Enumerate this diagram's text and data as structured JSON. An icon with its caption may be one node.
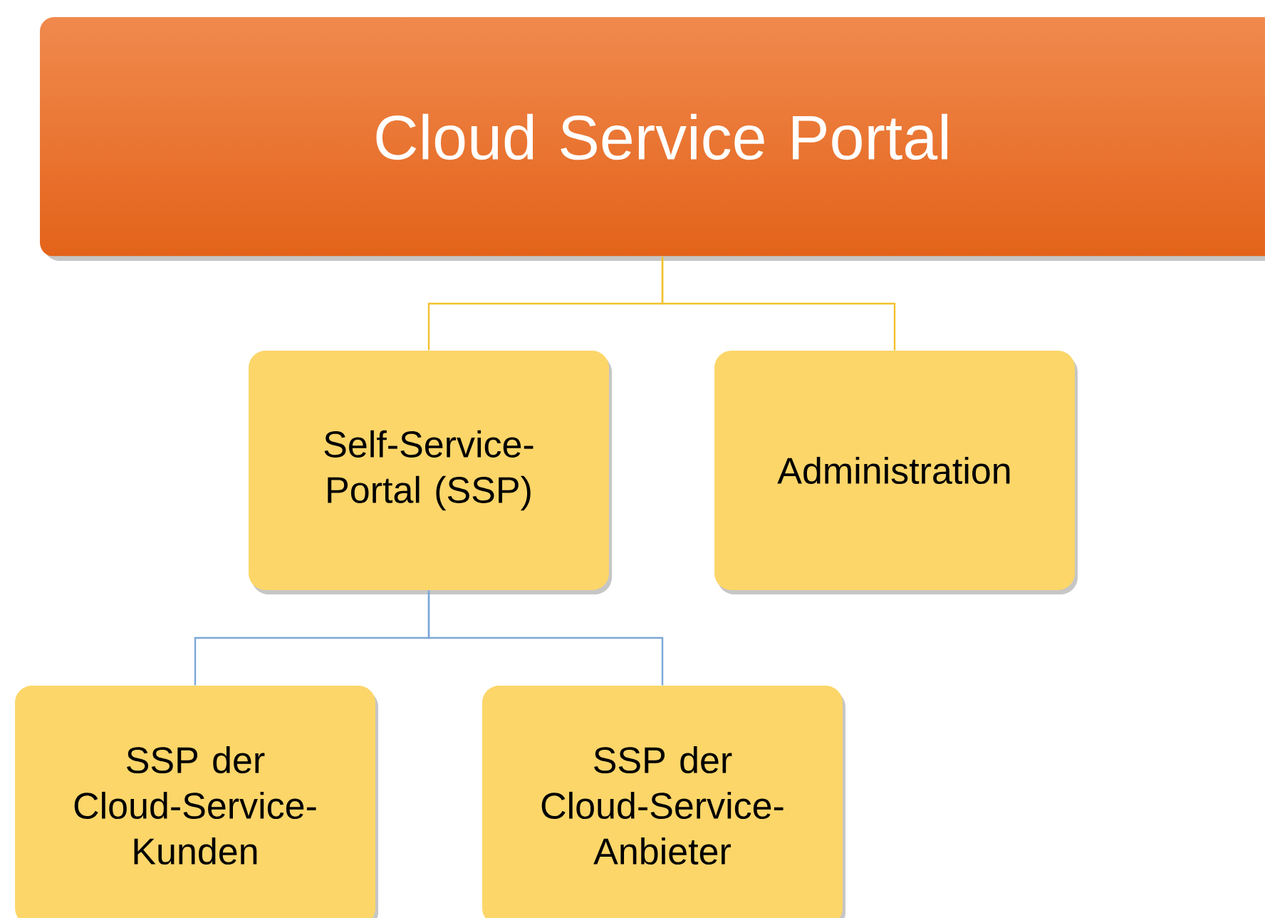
{
  "diagram": {
    "nodes": [
      {
        "text": [
          "Cloud Service Portal"
        ]
      },
      {
        "text": [
          "Self-Service-Portal (SSP)"
        ]
      },
      {
        "text": [
          "Administration"
        ]
      },
      {
        "text": [
          "SSP der Cloud-Service-Kunden"
        ]
      },
      {
        "text": [
          "SSP der Cloud-Service-Anbieter"
        ]
      }
    ],
    "edges": [
      {
        "from": 0,
        "to": 1,
        "arrow": "none"
      },
      {
        "from": 0,
        "to": 2,
        "arrow": "none"
      },
      {
        "from": 1,
        "to": 3,
        "arrow": "none",
        "color": "#7ba7d7"
      },
      {
        "from": 1,
        "to": 4,
        "arrow": "none",
        "color": "#7ba7d7"
      }
    ]
  }
}
